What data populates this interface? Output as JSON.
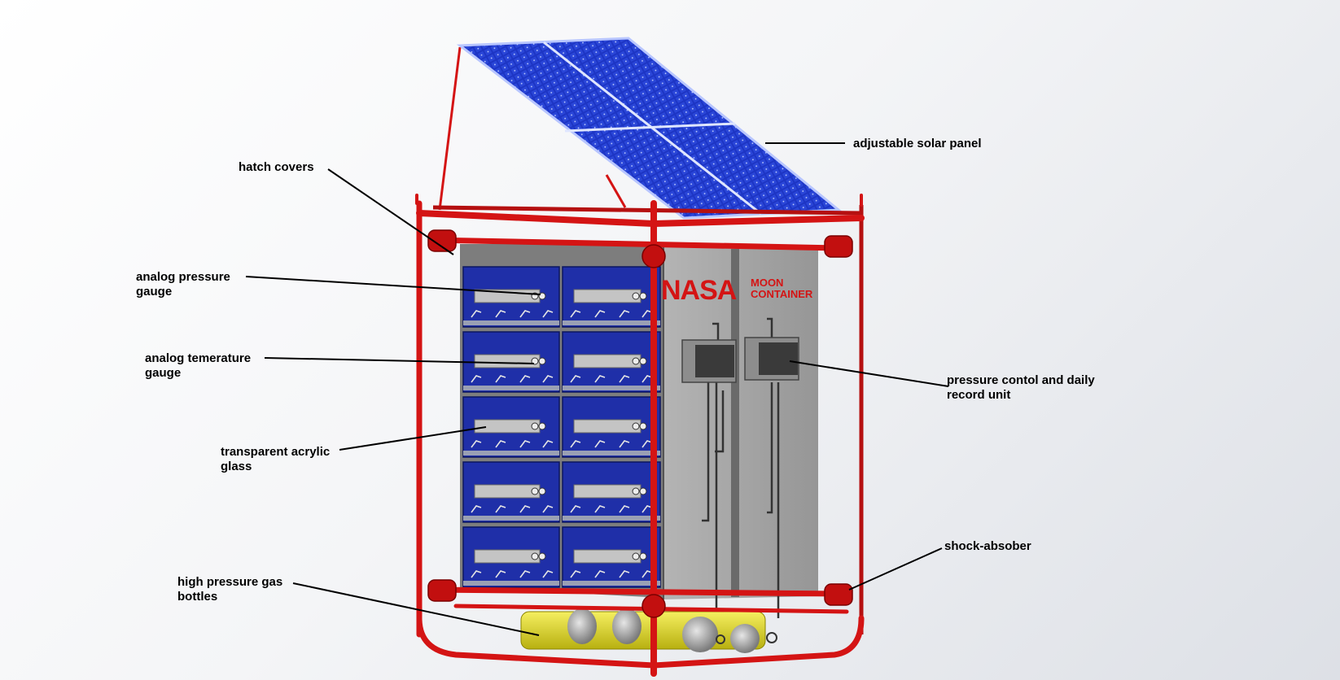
{
  "labels": {
    "solar_panel": [
      "adjustable solar panel"
    ],
    "hatch_covers": [
      "hatch covers"
    ],
    "pressure_gauge": [
      "analog pressure",
      "gauge"
    ],
    "temperature_gauge": [
      "analog temerature",
      "gauge"
    ],
    "acrylic_glass": [
      "transparent acrylic",
      "glass"
    ],
    "gas_bottles": [
      "high pressure gas",
      "bottles"
    ],
    "control_unit": [
      "pressure contol and daily",
      "record unit"
    ],
    "shock_absorber": [
      "shock-absober"
    ]
  },
  "container": {
    "brand": "NASA",
    "name_lines": [
      "MOON",
      "CONTAINER"
    ]
  },
  "colors": {
    "frame": "#d41414",
    "panel": "#1a2fb0",
    "wall": "#a2a2a2",
    "bottle": "#e8e020"
  }
}
